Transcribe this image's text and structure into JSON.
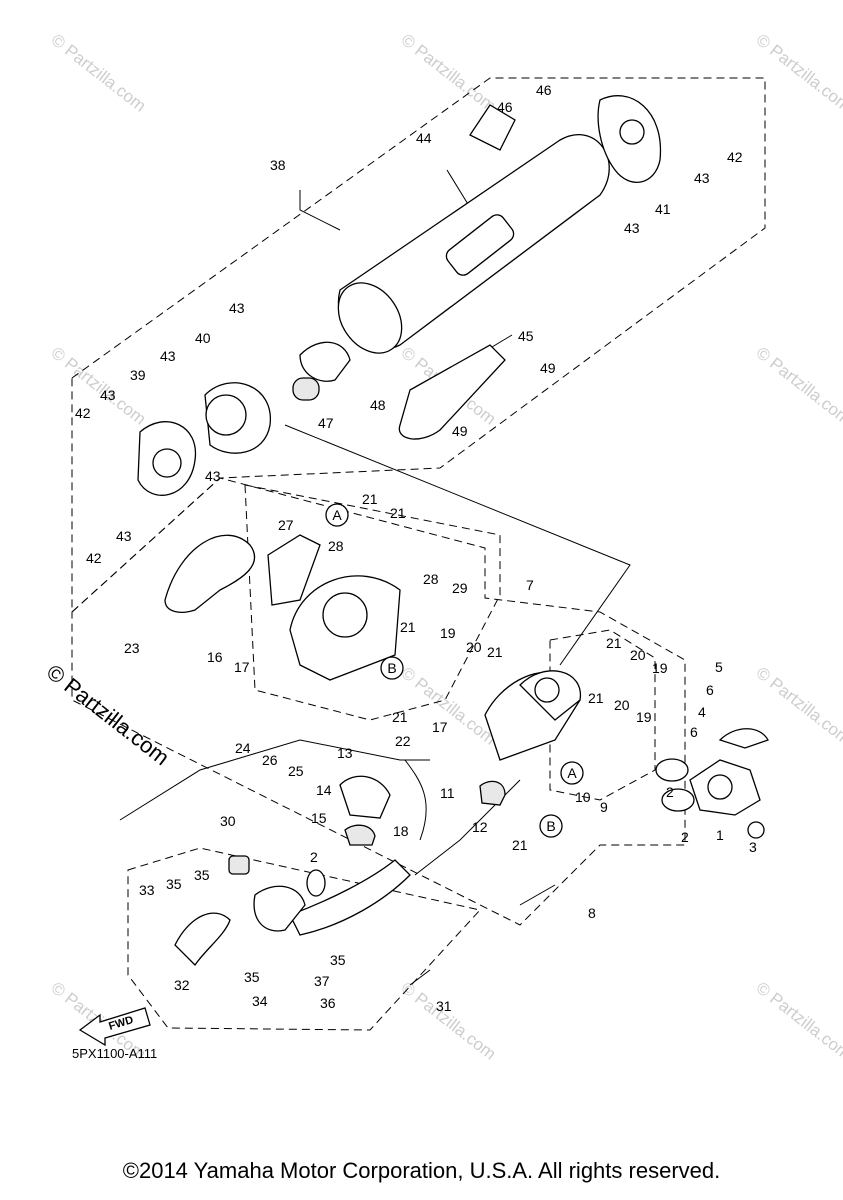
{
  "diagram_code": "5PX1100-A111",
  "copyright": "©2014 Yamaha Motor Corporation, U.S.A. All rights reserved.",
  "watermark_small": "© Partzilla.com",
  "watermark_large": "© Partzilla.com",
  "fwd_label": "FWD",
  "ref_letters": {
    "a": "A",
    "b": "B"
  },
  "callouts": {
    "n1": "1",
    "n2": "2",
    "n3": "3",
    "n4": "4",
    "n5": "5",
    "n6": "6",
    "n7": "7",
    "n8": "8",
    "n9": "9",
    "n10": "10",
    "n11": "11",
    "n12": "12",
    "n13": "13",
    "n14": "14",
    "n15": "15",
    "n16": "16",
    "n17": "17",
    "n18": "18",
    "n19": "19",
    "n20": "20",
    "n21": "21",
    "n22": "22",
    "n23": "23",
    "n24": "24",
    "n25": "25",
    "n26": "26",
    "n27": "27",
    "n28": "28",
    "n29": "29",
    "n30": "30",
    "n31": "31",
    "n32": "32",
    "n33": "33",
    "n34": "34",
    "n35": "35",
    "n36": "36",
    "n37": "37",
    "n38": "38",
    "n39": "39",
    "n40": "40",
    "n41": "41",
    "n42": "42",
    "n43": "43",
    "n44": "44",
    "n45": "45",
    "n46": "46",
    "n47": "47",
    "n48": "48",
    "n49": "49"
  }
}
